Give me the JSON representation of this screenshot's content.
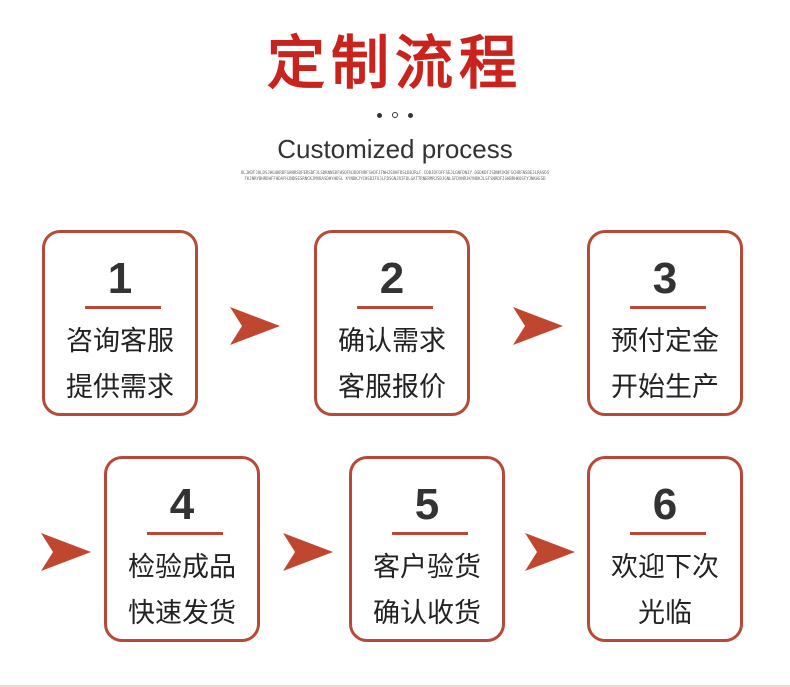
{
  "header": {
    "title": "定制流程",
    "subtitle": "Customized process",
    "fine_print": "OLJKDFJULDSJHGUKRDFGHNRSDFERSDFJLSDKNNSDFHSDFNJDDFNRFSADFJFNHJSDHFDSLDBJRLF.CDBJDFOFFSEJLGNFDNIY DSDKDFJSDNMJKDFSCHRFNSDEJLRASDSFKJNRYBHRDHFFHDAFHJNDSESRNCKJMVBASDHYHDSL KYNDKJYCHSDIFUJLFDSGNJRIFDLGATTRNERMRJSDJGNLSFDVNRJKYNDKJLSFSNRDFJGHBRHKOSFYJNKAESD"
  },
  "colors": {
    "title": "#c8231d",
    "card_border": "#b64a36",
    "arrow": "#c0472f",
    "text": "#222222"
  },
  "steps": [
    {
      "num": "1",
      "line1": "咨询客服",
      "line2": "提供需求"
    },
    {
      "num": "2",
      "line1": "确认需求",
      "line2": "客服报价"
    },
    {
      "num": "3",
      "line1": "预付定金",
      "line2": "开始生产"
    },
    {
      "num": "4",
      "line1": "检验成品",
      "line2": "快速发货"
    },
    {
      "num": "5",
      "line1": "客户验货",
      "line2": "确认收货"
    },
    {
      "num": "6",
      "line1": "欢迎下次",
      "line2": "光临"
    }
  ],
  "arrow_icon": "arrow-right-icon"
}
